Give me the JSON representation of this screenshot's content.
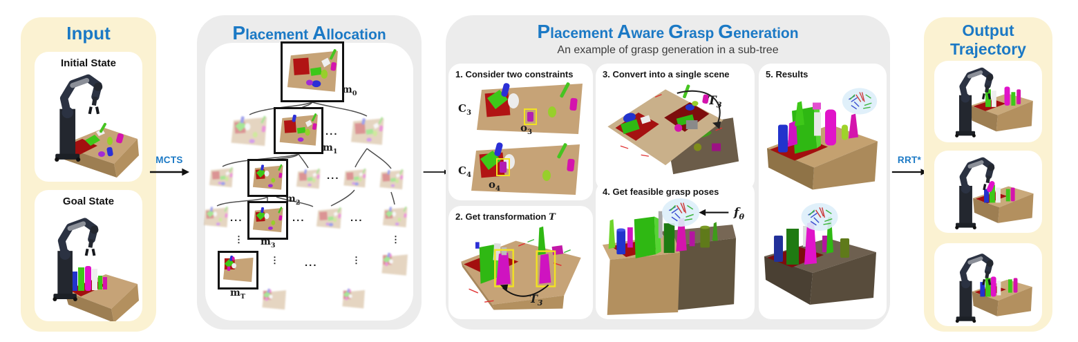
{
  "colors": {
    "accent_blue": "#1b79c5",
    "panel_cream": "#fbf2d2",
    "panel_gray": "#ececec",
    "highlight_yellow": "#f2e321",
    "table_tan": "#c6a377",
    "table_dark": "#6b5c49",
    "mat_red": "#a30f0f"
  },
  "input_panel": {
    "title": "Input",
    "cards": [
      {
        "label": "Initial State"
      },
      {
        "label": "Goal State"
      }
    ]
  },
  "edges": {
    "mcts_label": "MCTS",
    "rrt_label": "RRT*"
  },
  "placement_allocation": {
    "title": "Placement Allocation",
    "node_labels": {
      "m0": {
        "base": "m",
        "sub": "0"
      },
      "m1": {
        "base": "m",
        "sub": "1"
      },
      "m2": {
        "base": "m",
        "sub": "2"
      },
      "m3": {
        "base": "m",
        "sub": "3"
      },
      "mT": {
        "base": "m",
        "sub": "T"
      }
    },
    "hellipsis": "...",
    "vellipsis": "⋮"
  },
  "grasp_generation": {
    "title": "Placement Aware Grasp Generation",
    "subtitle": "An example of grasp generation in a sub-tree",
    "step1": {
      "title": "1. Consider two constraints",
      "c3": {
        "base": "C",
        "sub": "3"
      },
      "o3": {
        "base": "o",
        "sub": "3"
      },
      "c4": {
        "base": "C",
        "sub": "4"
      },
      "o4": {
        "base": "o",
        "sub": "4"
      }
    },
    "step2": {
      "title_prefix": "2. Get transformation ",
      "title_math": "T",
      "t3": {
        "base": "T",
        "sub": "3"
      }
    },
    "step3": {
      "title": "3. Convert into a single scene",
      "t3": {
        "base": "T",
        "sub": "3"
      }
    },
    "step4": {
      "title": "4. Get feasible grasp poses",
      "f_theta": {
        "base": "f",
        "sub": "θ"
      }
    },
    "step5": {
      "title": "5. Results"
    }
  },
  "output_panel": {
    "title_line1": "Output",
    "title_line2": "Trajectory"
  }
}
